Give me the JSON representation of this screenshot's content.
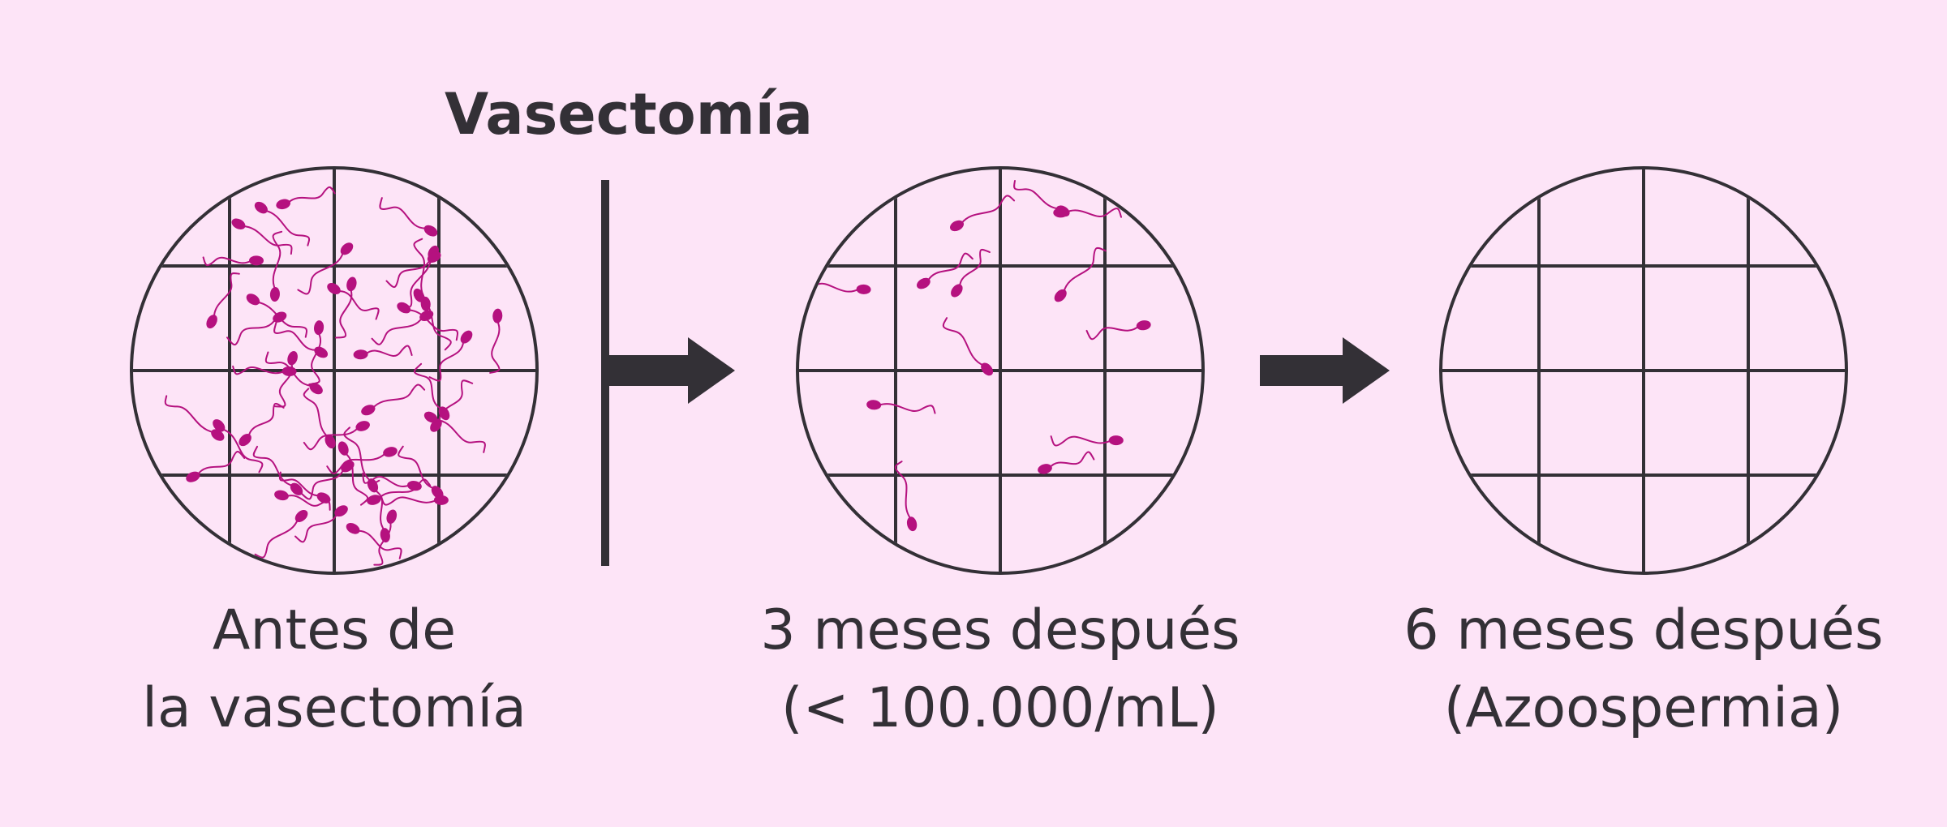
{
  "title": "Vasectomía",
  "colors": {
    "background": "#fde4f7",
    "outline": "#333036",
    "sperm": "#b5117f"
  },
  "stages": [
    {
      "line1": "Antes de",
      "line2": "la vasectomía",
      "sperm_density": "high"
    },
    {
      "line1": "3 meses después",
      "line2": "(< 100.000/mL)",
      "sperm_density": "low"
    },
    {
      "line1": "6 meses después",
      "line2": "(Azoospermia)",
      "sperm_density": "none"
    }
  ]
}
